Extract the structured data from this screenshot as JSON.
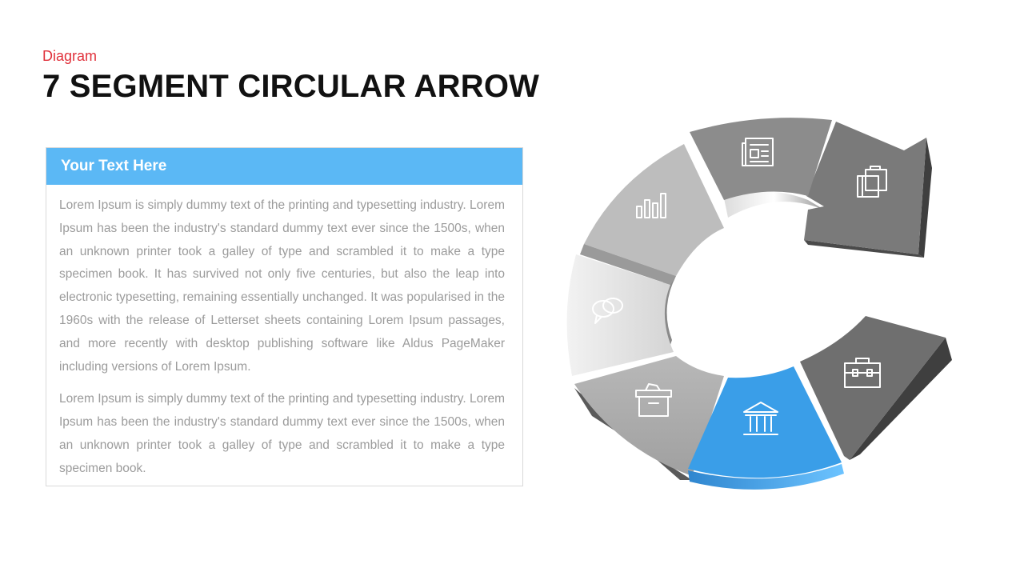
{
  "header": {
    "kicker": "Diagram",
    "title": "7 SEGMENT CIRCULAR ARROW"
  },
  "textbox": {
    "heading": "Your  Text Here",
    "paragraphs": [
      "Lorem Ipsum is simply dummy text of the printing and typesetting industry. Lorem Ipsum has been the industry's standard dummy text ever since the 1500s, when an unknown printer took a galley of type and scrambled it to make a type specimen book. It has survived not only five centuries, but also the leap into electronic typesetting, remaining essentially unchanged. It was popularised in the 1960s with the release of Letterset sheets containing Lorem Ipsum passages, and more recently with desktop publishing software like Aldus PageMaker including versions of Lorem Ipsum.",
      "Lorem Ipsum is simply dummy text of the printing and typesetting industry. Lorem Ipsum has been the industry's standard dummy text ever since the 1500s, when an unknown printer took a galley of type and scrambled it to make a type specimen book."
    ]
  },
  "diagram": {
    "segments": [
      {
        "icon": "briefcase-icon",
        "color": "#6f6f6f",
        "highlighted": false
      },
      {
        "icon": "bank-icon",
        "color": "#3a9ee8",
        "highlighted": true
      },
      {
        "icon": "box-icon",
        "color": "#a9a9a9",
        "highlighted": false
      },
      {
        "icon": "chat-bubbles-icon",
        "color": "#e6e6e6",
        "highlighted": false
      },
      {
        "icon": "bar-chart-icon",
        "color": "#bdbdbd",
        "highlighted": false
      },
      {
        "icon": "newspaper-icon",
        "color": "#8c8c8c",
        "highlighted": false
      },
      {
        "icon": "luggage-icon",
        "color": "#7a7a7a",
        "highlighted": false
      }
    ],
    "colors": {
      "accent": "#5bb8f5",
      "highlight": "#3a9ee8",
      "title_accent": "#e0303a"
    }
  }
}
